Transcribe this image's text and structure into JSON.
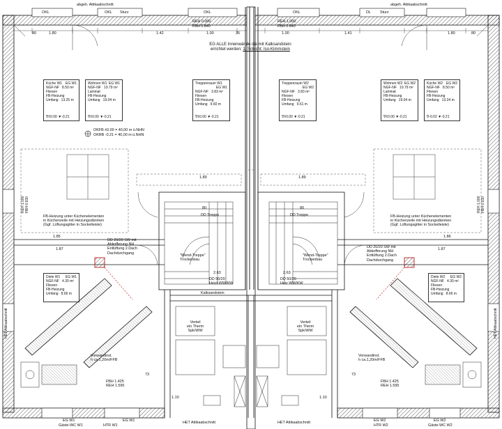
{
  "plan": {
    "top_header": {
      "left_label": "abgeh. Attikaabschnitt",
      "right_label": "abgeh. Attikaabschnitt",
      "okl_left_1": "OKL",
      "okl_left_2": "OKL",
      "sturz": "Sturz",
      "okl_right_1": "OKL",
      "okl_right_2": "OKL",
      "dl_right": "DL",
      "sturz_right": "Sturz",
      "fbh_left": "FBH 0.840",
      "reh_left": "REH 0.000",
      "fbh_right": "FBH 0.840",
      "reh_right": "REH 1.000"
    },
    "top_dims": [
      "80",
      "1.80",
      "1.42",
      "1.00",
      "35",
      "1.00",
      "1.41",
      "1.80",
      "80"
    ],
    "mid_note_line1": "EG ALLE Innenwände die mit Kalksandstein",
    "mid_note_line2a": "errichtet werden:",
    "mid_note_line2b": "1. Schicht: Iso-Kimmstein",
    "rooms": [
      {
        "title": "Küche W1",
        "no": "EG W1",
        "body": "NGF-NF   8.50 m²\nFliesen\nFB-Heizung\nUmfang   13.25 m",
        "lv_a": "∇±0.00",
        "lv_b": "▼-0.21"
      },
      {
        "title": "Wohnen W1",
        "no": "EG W1",
        "body": "NGF-NF   19.79 m²\nLaminat\nFB-Heizung\nUmfang   19.04 m",
        "lv_a": "∇±0.00",
        "lv_b": "▼-0.21"
      },
      {
        "title": "Treppenraum W1",
        "no": "EG W1",
        "body": "NGF-NF   3.83 m²\nFliesen\nFB-Heizung\nUmfang   9.60 m",
        "lv_a": "∇±0.00",
        "lv_b": "▼-0.21"
      },
      {
        "title": "Treppenraum W2",
        "no": "EG W2",
        "body": "NGF-NF   3.83 m²\nFliesen\nFB-Heizung\nUmfang   9.61 m",
        "lv_a": "∇±0.00",
        "lv_b": "▼-0.21"
      },
      {
        "title": "Wohnen W2",
        "no": "EG W2",
        "body": "NGF-NF   19.79 m²\nLaminat\nFB-Heizung\nUmfang   19.04 m",
        "lv_a": "∇±0.00",
        "lv_b": "▼-0.21"
      },
      {
        "title": "Küche W2",
        "no": "EG W2",
        "body": "NGF-NF   8.50 m²\nFliesen\nFB-Heizung\nUmfang   13.24 m",
        "lv_a": "∇-0.02",
        "lv_b": "▼-0.21"
      },
      {
        "title": "Diele W1",
        "no": "EG W1",
        "body": "NGF-NF   4.30 m²\nFliesen\nFB-Heizung\nUmfang   8.66 m",
        "lv_a": "",
        "lv_b": ""
      },
      {
        "title": "Diele W2",
        "no": "EG W2",
        "body": "NGF-NF   4.30 m²\nFliesen\nFB-Heizung\nUmfang   8.66 m",
        "lv_a": "",
        "lv_b": ""
      }
    ],
    "okff_line1": "OKFB  ±0.00 = 40,00 m ü.NHN",
    "okff_line2": "OKRB  -0.21 = 40,00 m ü.NHN",
    "fb_note_left": "FB-Heizung unter Küchenelementen\nin Küchenzeile mit Heizungsdänmen\n(Ggf. Lüftungsgitter in Sockelleiste)",
    "fb_note_right": "FB-Heizung unter Küchenelementen\nin Küchenzeile mit Heizungsdänmen\n(Ggf. Lüftungsgitter in Sockelleiste)",
    "dims_mid": {
      "d189_left": "1.89",
      "d189_right": "1.89",
      "d185": "1.85",
      "d187_left": "1.87",
      "d187_right": "1.87",
      "d186": "1.86",
      "d263_left": "2.63",
      "d263_right": "2.63",
      "d80_left": "80",
      "d80_right": "80"
    },
    "stair_left": "\"Wend-Treppe\"\nTrockenbau",
    "stair_right": "\"Wend-Treppe\"\nTrockenbau",
    "dd_treppe_left": "DD Treppe",
    "dd_treppe_right": "DD Treppe",
    "dd_left": "DD 20/20 SW mit\nAbkofferung NH\nEntlüftung 2.Dach\nDachdurchgang",
    "dd_right": "DD 20/20 SW mit\nAbkofferung NH\nEntlüftung 2.Dach\nDachdurchgang",
    "dd_mid_left": "DD 50/20\nHeizt.WW/KW",
    "dd_mid_right": "DD 50/20\nHeiz WW/KW",
    "kalksandstein": "Kalksandstein",
    "verteiler_left": "Verteil\nein Therm\nSpk/WW",
    "verteiler_right": "Verteil\nein Therm\nSpk/WW",
    "vorwand_left": "Vorwandinst.\nh ca.1,20m/FFB",
    "vorwand_right": "Vorwandinst.\nh ca.1,20m/FFB",
    "fbh_bottom_left": "FBH 1.425\nREH 1.595",
    "fbh_bottom_right": "FBH 1.425\nREH 1.595",
    "bottom_labels": [
      "EG W1",
      "Gäste-WC W1",
      "HTR W1",
      "EG W1",
      "HET Attikaabschnitt",
      "HET Attikaabschnitt",
      "EG W2",
      "HTR W2",
      "EG W2",
      "Gäste-WC W2"
    ],
    "bottom_dims": [
      "73",
      "1.10",
      "1.10",
      "73"
    ],
    "side_left": "REH 1.000\nFBH 0.930",
    "side_right": "REH 1.000\nFBH 0.930",
    "het_left": "HET Attikaabschnitt",
    "het_right": "HET Attikaabschnitt"
  }
}
